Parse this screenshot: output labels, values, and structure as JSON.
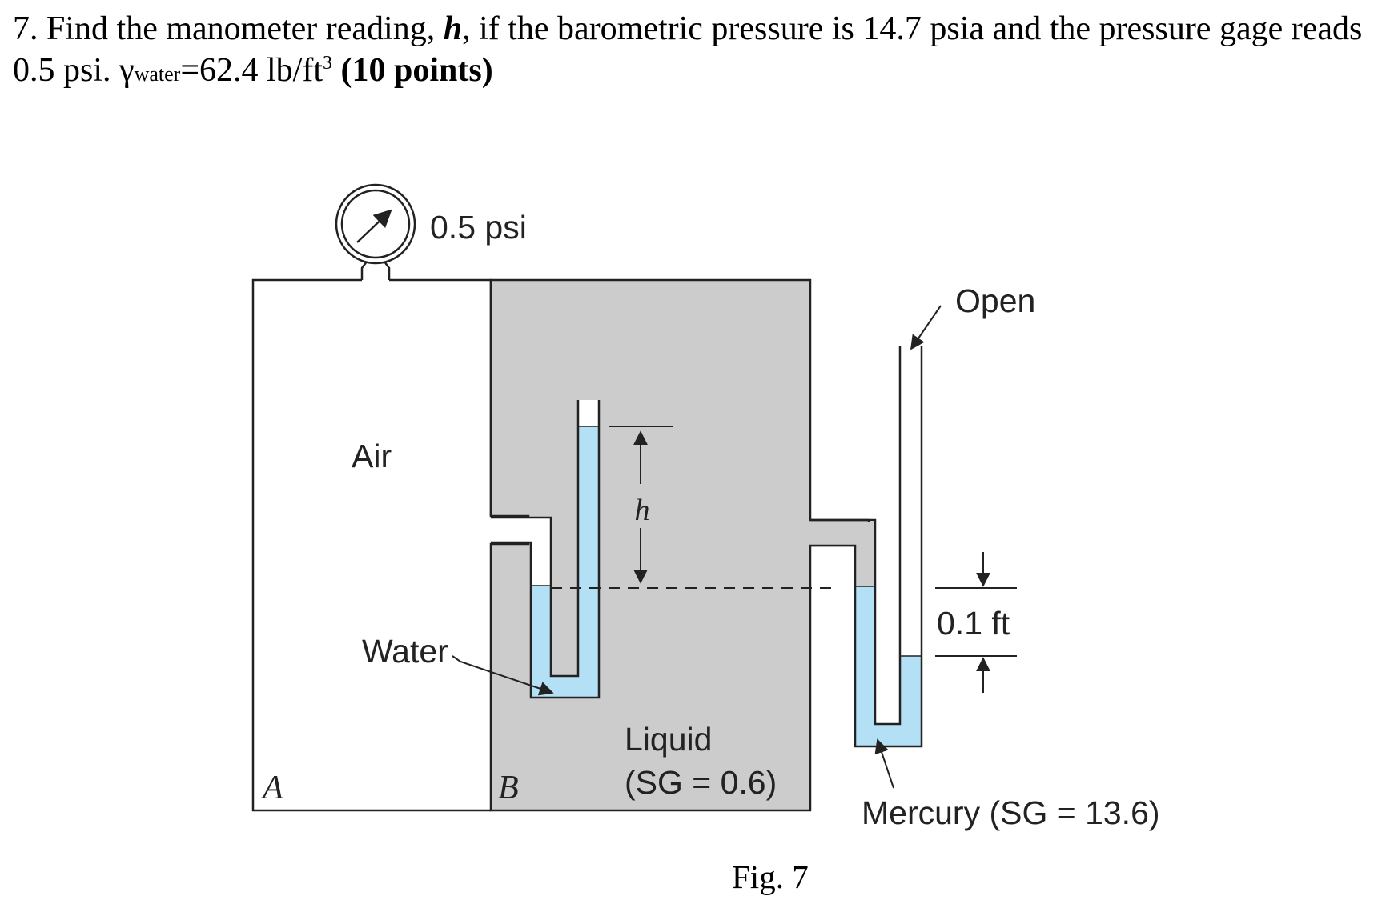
{
  "problem": {
    "part1": "7. Find the manometer reading, ",
    "var_h": "h",
    "part2": ", if the barometric pressure is 14.7 psia and the pressure gage reads 0.5 psi. ",
    "gamma": "γ",
    "gamma_sub": "water",
    "gamma_val": "=62.4 lb/ft",
    "gamma_exp": "3",
    "points": "(10 points)"
  },
  "figure": {
    "gage_label": "0.5 psi",
    "open_label": "Open",
    "air_label": "Air",
    "h_label": "h",
    "water_label": "Water",
    "dim_label": "0.1 ft",
    "liquid_label": "Liquid",
    "liquid_sg": "(SG = 0.6)",
    "tank_a_label": "A",
    "tank_b_label": "B",
    "mercury_label": "Mercury (SG = 13.6)",
    "caption": "Fig. 7"
  },
  "colors": {
    "liquid_gray": "#cccccc",
    "fluid_blue": "#b3e0f5",
    "line": "#222222"
  }
}
